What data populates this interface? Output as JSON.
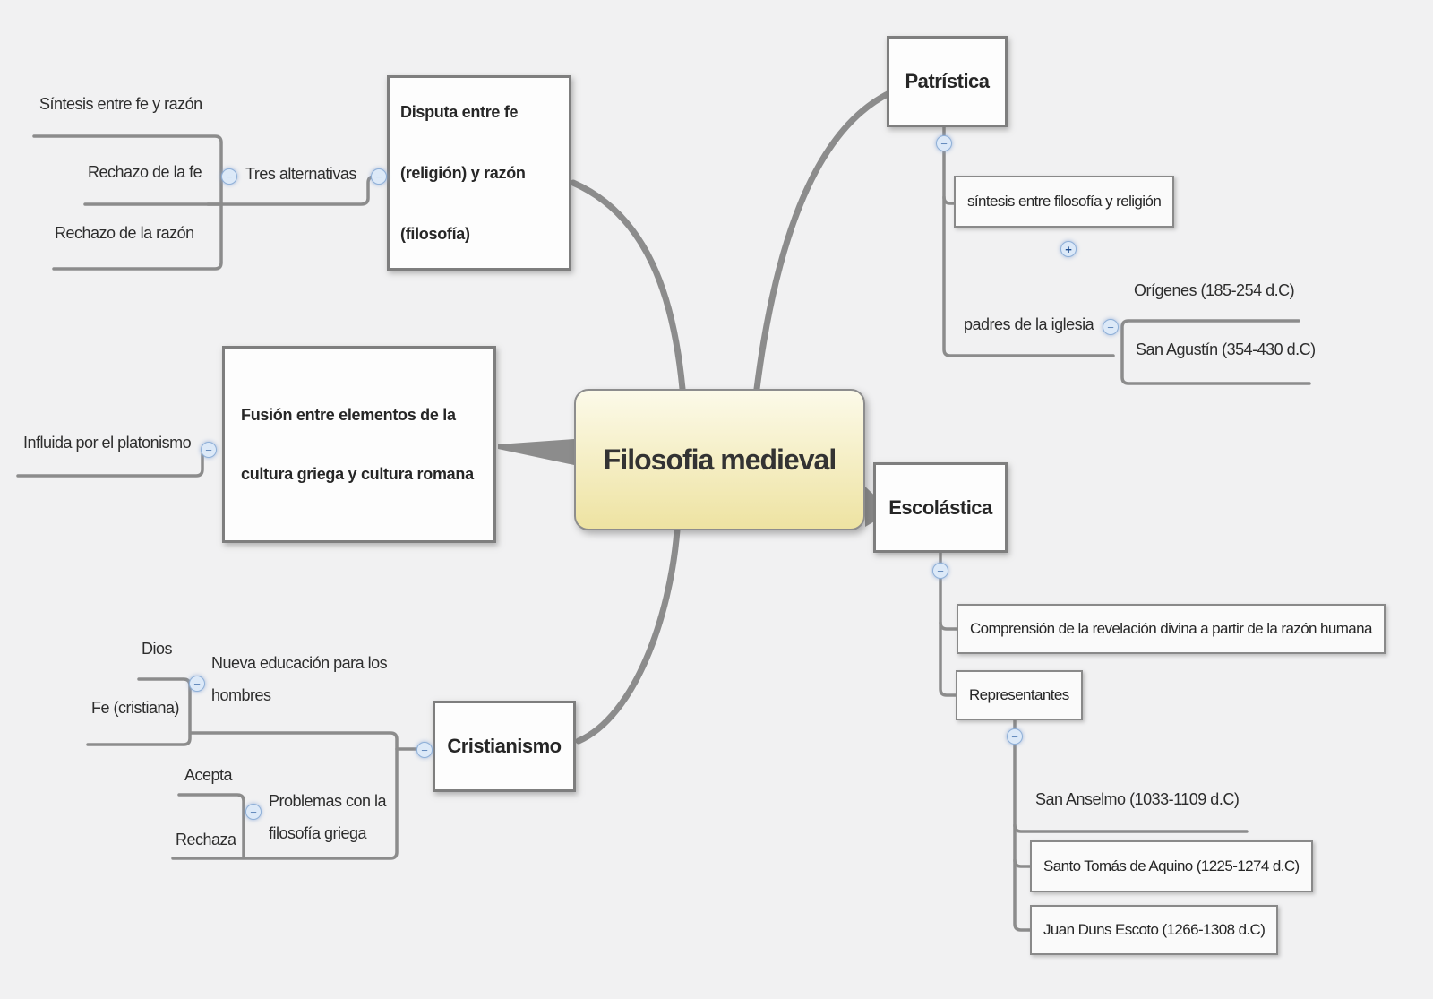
{
  "colors": {
    "bg": "#f1f1f2",
    "line": "#8c8c8c",
    "box-border": "#7e7e7e",
    "central-top": "#fcfae9",
    "central-bottom": "#eee3a2",
    "icon-bg": "#dce9f8",
    "icon-border": "#8fb0d8"
  },
  "icons": {
    "collapse": "−",
    "expand": "+"
  },
  "map": {
    "central": {
      "label": "Filosofia medieval"
    },
    "patristica": {
      "label": "Patrística",
      "sintesis": {
        "label": "síntesis entre filosofía y religión"
      },
      "padres": {
        "label": "padres de la iglesia",
        "origenes": {
          "label": "Orígenes (185-254 d.C)"
        },
        "san_agustin": {
          "label": "San Agustín (354-430 d.C)"
        }
      }
    },
    "disputa": {
      "label": "Disputa entre fe (religión) y razón (filosofía)",
      "tres_alternativas": {
        "label": "Tres alternativas",
        "sintesis_fe_razon": {
          "label": "Síntesis entre fe y razón"
        },
        "rechazo_fe": {
          "label": "Rechazo de la fe"
        },
        "rechazo_razon": {
          "label": "Rechazo de la razón"
        }
      }
    },
    "fusion": {
      "label": "Fusión entre elementos de la cultura griega y cultura romana",
      "influida": {
        "label": "Influida por el platonismo"
      }
    },
    "cristianismo": {
      "label": "Cristianismo",
      "nueva_educacion": {
        "label": "Nueva educación para los hombres",
        "dios": {
          "label": "Dios"
        },
        "fe_cristiana": {
          "label": "Fe (cristiana)"
        }
      },
      "problemas": {
        "label": "Problemas con la filosofía griega",
        "acepta": {
          "label": "Acepta"
        },
        "rechaza": {
          "label": "Rechaza"
        }
      }
    },
    "escolastica": {
      "label": "Escolástica",
      "comprension": {
        "label": "Comprensión de la revelación divina a partir de la razón humana"
      },
      "representantes": {
        "label": "Representantes",
        "san_anselmo": {
          "label": "San Anselmo (1033-1109 d.C)"
        },
        "santo_tomas": {
          "label": "Santo Tomás de Aquino (1225-1274 d.C)"
        },
        "juan_duns": {
          "label": "Juan Duns Escoto (1266-1308 d.C)"
        }
      }
    }
  }
}
